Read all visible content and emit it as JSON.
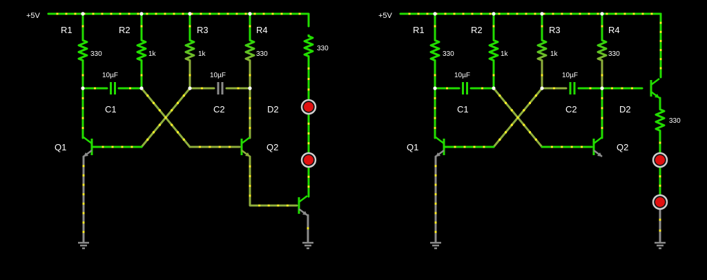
{
  "colors": {
    "background": "#000000",
    "wire_live": "#22dd00",
    "wire_low": "#8c8c8c",
    "wire_mid": "#8fae3c",
    "current_dot": "#ffee22",
    "junction": "#ffffff",
    "led_fill": "#e01010",
    "led_ring": "#d0d0d0",
    "text": "#ffffff"
  },
  "left_circuit": {
    "supply_label": "+5V",
    "r1": {
      "name": "R1",
      "value": "330"
    },
    "r2": {
      "name": "R2",
      "value": "1k"
    },
    "r3": {
      "name": "R3",
      "value": "1k"
    },
    "r4": {
      "name": "R4",
      "value": "330"
    },
    "r_led": {
      "value": "330"
    },
    "c1": {
      "name": "C1",
      "value": "10µF"
    },
    "c2": {
      "name": "C2",
      "value": "10µF"
    },
    "d2": {
      "name": "D2"
    },
    "q1": {
      "name": "Q1"
    },
    "q2": {
      "name": "Q2"
    }
  },
  "right_circuit": {
    "supply_label": "+5V",
    "r1": {
      "name": "R1",
      "value": "330"
    },
    "r2": {
      "name": "R2",
      "value": "1k"
    },
    "r3": {
      "name": "R3",
      "value": "1k"
    },
    "r4": {
      "name": "R4",
      "value": "330"
    },
    "r_led": {
      "value": "330"
    },
    "c1": {
      "name": "C1",
      "value": "10µF"
    },
    "c2": {
      "name": "C2",
      "value": "10µF"
    },
    "d2": {
      "name": "D2"
    },
    "q1": {
      "name": "Q1"
    },
    "q2": {
      "name": "Q2"
    }
  }
}
